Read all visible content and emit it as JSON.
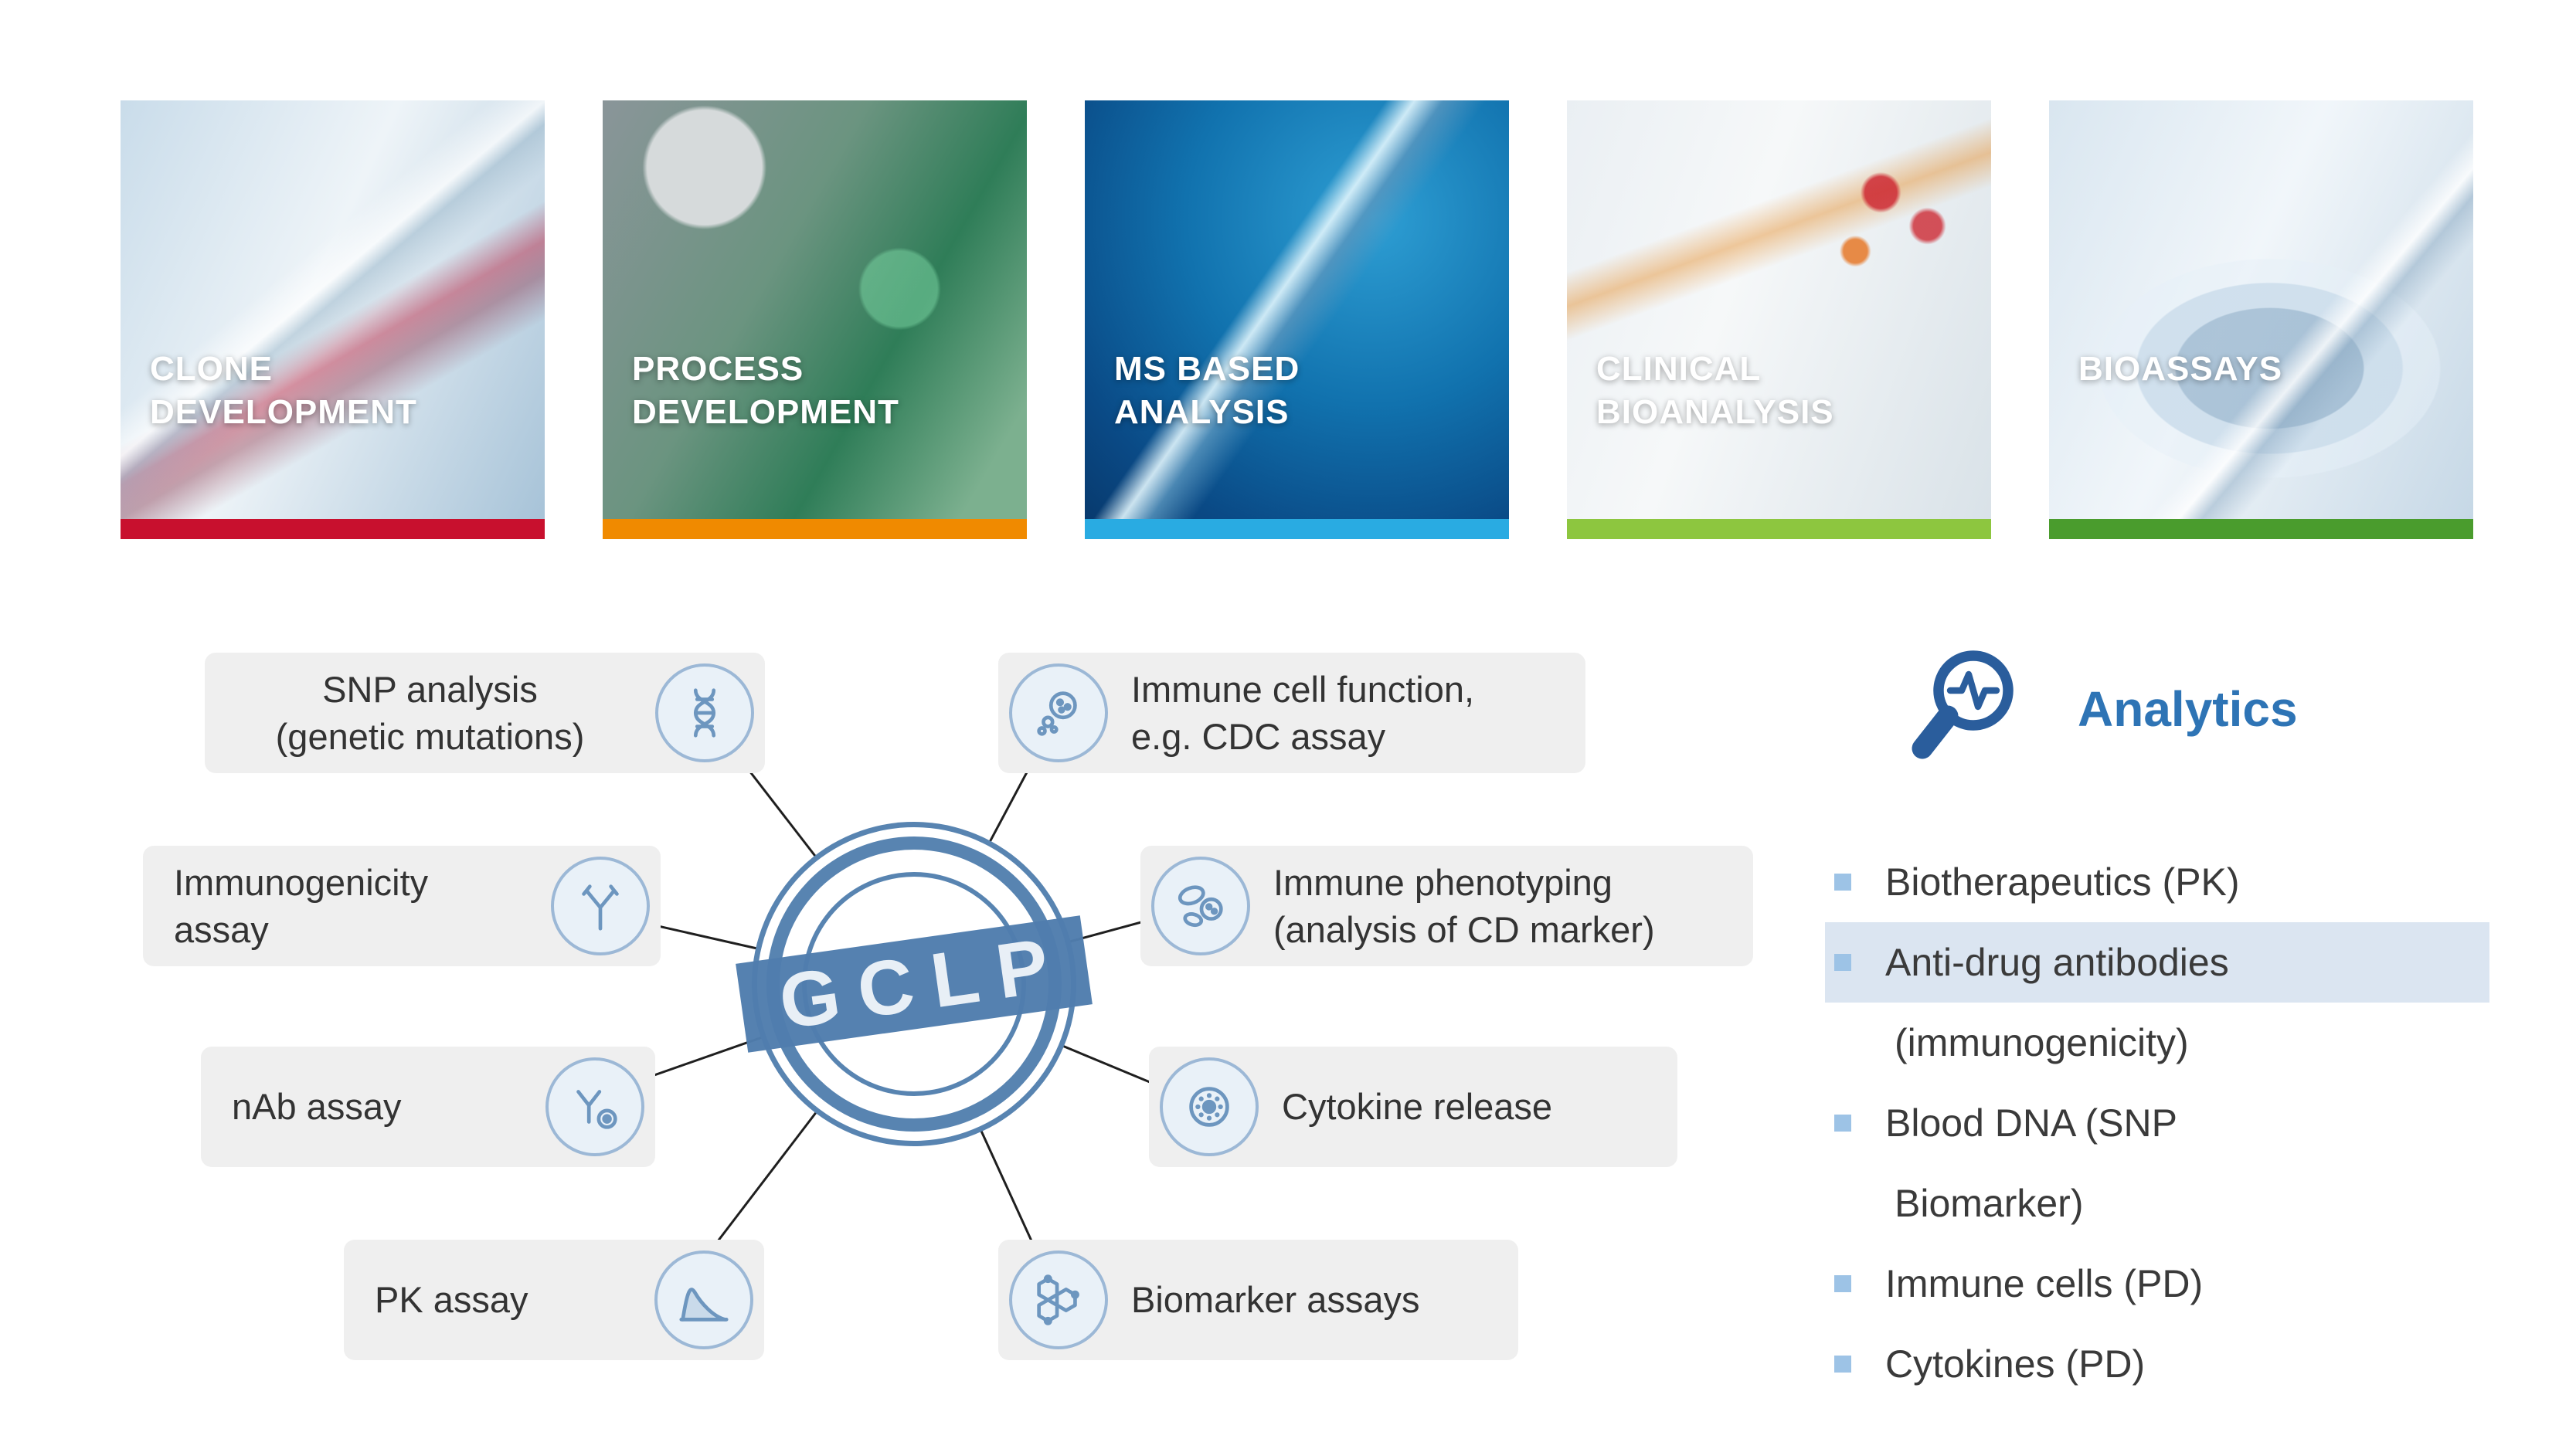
{
  "page": {
    "background": "#ffffff"
  },
  "cards": [
    {
      "line1": "CLONE",
      "line2": "DEVELOPMENT",
      "bar_color": "#c8102e"
    },
    {
      "line1": "PROCESS",
      "line2": "DEVELOPMENT",
      "bar_color": "#f08a00"
    },
    {
      "line1": "MS BASED",
      "line2": "ANALYSIS",
      "bar_color": "#29abe2"
    },
    {
      "line1": "CLINICAL",
      "line2": "BIOANALYSIS",
      "bar_color": "#8dc63f"
    },
    {
      "line1": "BIOASSAYS",
      "line2": "",
      "bar_color": "#4a9c2d"
    }
  ],
  "diagram": {
    "center_label": "GCLP",
    "accent_color": "#4f7dad",
    "node_background": "#efefef",
    "nodes": [
      {
        "line1": "SNP analysis",
        "line2": "(genetic mutations)",
        "icon": "dna-icon"
      },
      {
        "line1": "Immune cell function,",
        "line2": "e.g. CDC assay",
        "icon": "immune-cell-icon"
      },
      {
        "line1": "Immunogenicity",
        "line2": "assay",
        "icon": "antibody-icon"
      },
      {
        "line1": "Immune phenotyping",
        "line2": "(analysis of CD marker)",
        "icon": "immune-phenotyping-icon"
      },
      {
        "line1": "nAb assay",
        "line2": "",
        "icon": "nab-antibody-icon"
      },
      {
        "line1": "Cytokine release",
        "line2": "",
        "icon": "cytokine-icon"
      },
      {
        "line1": "PK assay",
        "line2": "",
        "icon": "pk-curve-icon"
      },
      {
        "line1": "Biomarker assays",
        "line2": "",
        "icon": "molecule-icon"
      }
    ]
  },
  "analytics": {
    "title": "Analytics",
    "title_color": "#2e74b5",
    "icon": "magnifier-pulse-icon",
    "bullet_color": "#9dc3e6",
    "highlight_color": "#dbe5f1",
    "items": [
      {
        "line1": "Biotherapeutics (PK)",
        "line2": "",
        "highlighted": false
      },
      {
        "line1": "Anti-drug antibodies",
        "line2": "(immunogenicity)",
        "highlighted": true
      },
      {
        "line1": "Blood DNA (SNP",
        "line2": "Biomarker)",
        "highlighted": false
      },
      {
        "line1": "Immune cells (PD)",
        "line2": "",
        "highlighted": false
      },
      {
        "line1": "Cytokines (PD)",
        "line2": "",
        "highlighted": false
      }
    ]
  }
}
